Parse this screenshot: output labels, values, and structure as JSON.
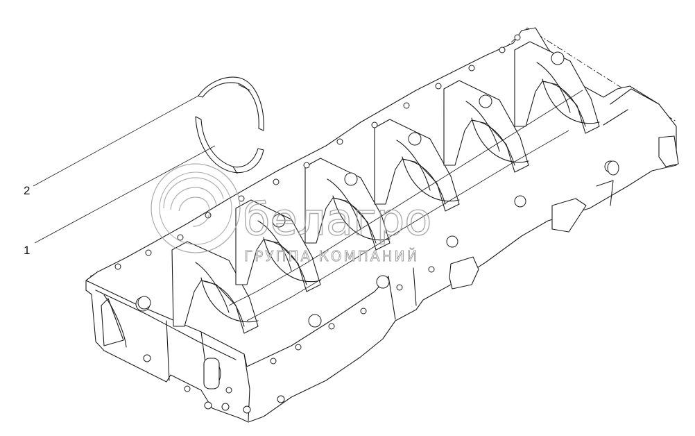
{
  "callouts": [
    {
      "label": "2",
      "part": "upper-thrust-half-ring"
    },
    {
      "label": "1",
      "part": "lower-thrust-half-ring"
    }
  ],
  "watermark": {
    "brand": "белагро",
    "tagline": "ГРУППА КОМПАНИЙ",
    "icon": "belagro-swirl-logo"
  }
}
